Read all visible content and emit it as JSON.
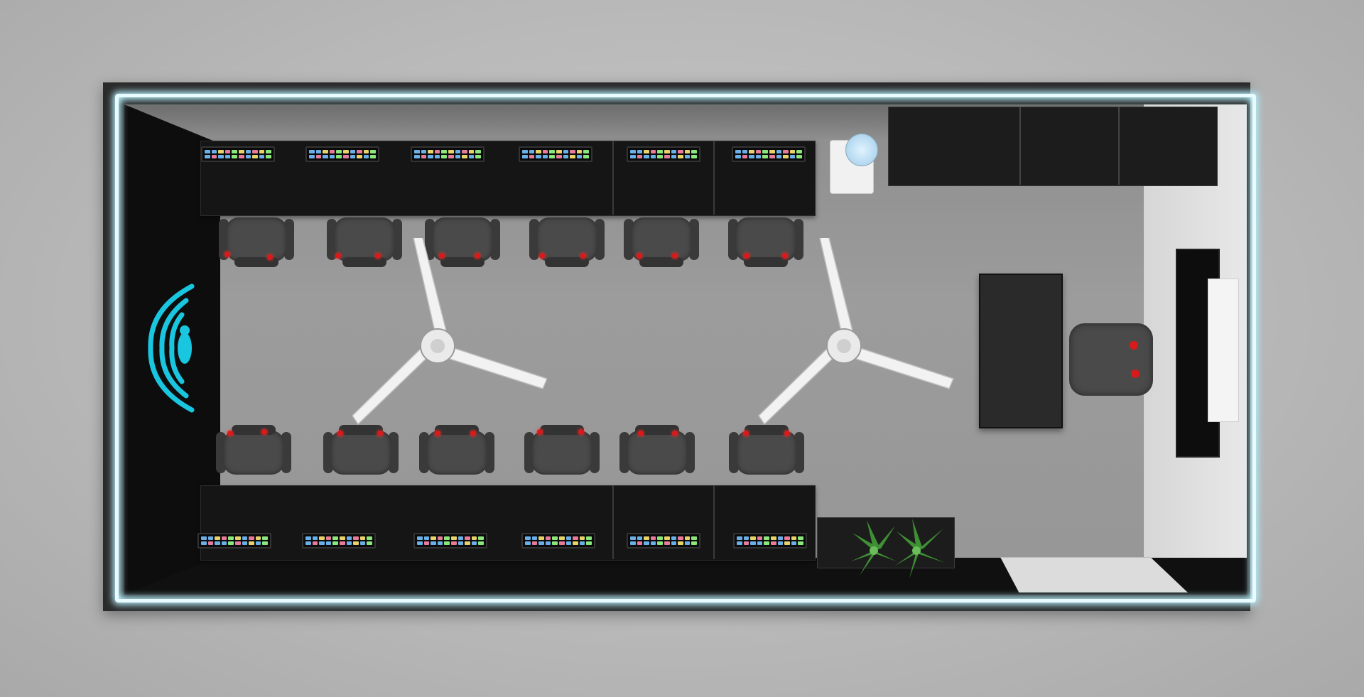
{
  "colors": {
    "glow": "#e9fbff",
    "logo": "#19c6e0",
    "chair_accent": "#d91a1a",
    "desk": "#151515",
    "floor": "#969696"
  },
  "icons": {
    "logo": "cyan-emblem-icon",
    "fan": "ceiling-fan-icon",
    "plant": "plant-icon",
    "water": "water-dispenser-icon"
  },
  "layout": {
    "student_desks_per_row": 6,
    "rows": 2,
    "ceiling_fans": 2,
    "teacher_desk": 1
  }
}
